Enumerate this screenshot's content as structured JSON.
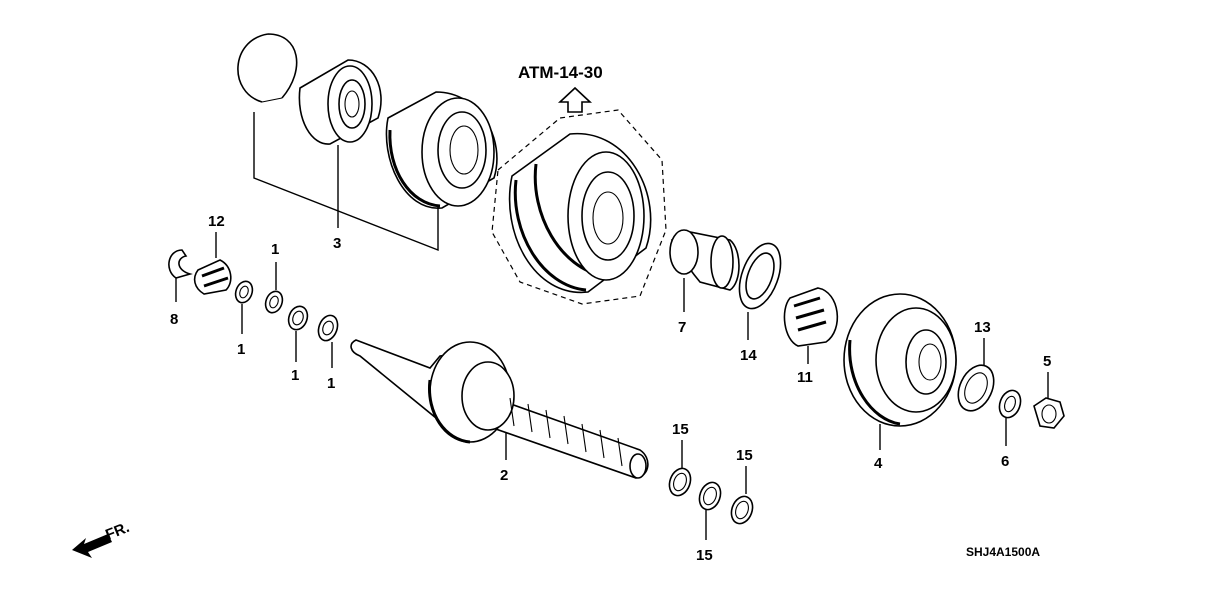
{
  "diagram": {
    "reference": "ATM-14-30",
    "front_label": "FR.",
    "diagram_code": "SHJ4A1500A",
    "callouts": {
      "c3": "3",
      "c12": "12",
      "c8": "8",
      "c1a": "1",
      "c1b": "1",
      "c1c": "1",
      "c1d": "1",
      "c7": "7",
      "c14": "14",
      "c11": "11",
      "c13": "13",
      "c5": "5",
      "c4": "4",
      "c6": "6",
      "c2": "2",
      "c15a": "15",
      "c15b": "15",
      "c15c": "15"
    }
  }
}
